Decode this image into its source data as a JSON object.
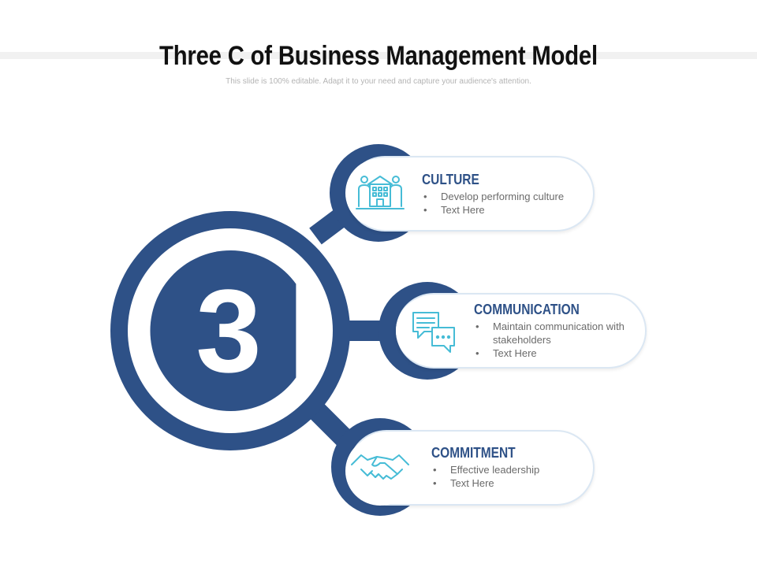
{
  "title": "Three C of Business Management Model",
  "subtitle": "This slide is 100% editable. Adapt it to your need and capture your audience's attention.",
  "center_label": "3",
  "colors": {
    "primary": "#2e5187",
    "accent": "#46bcd6",
    "card_border": "#dbe7f3",
    "text": "#6b6b6b"
  },
  "items": [
    {
      "title": "CULTURE",
      "icon": "building-people-icon",
      "bullets": [
        "Develop performing culture",
        "Text Here"
      ]
    },
    {
      "title": "COMMUNICATION",
      "icon": "chat-bubbles-icon",
      "bullets": [
        "Maintain communication with stakeholders",
        "Text Here"
      ]
    },
    {
      "title": "COMMITMENT",
      "icon": "handshake-icon",
      "bullets": [
        "Effective leadership",
        "Text Here"
      ]
    }
  ]
}
